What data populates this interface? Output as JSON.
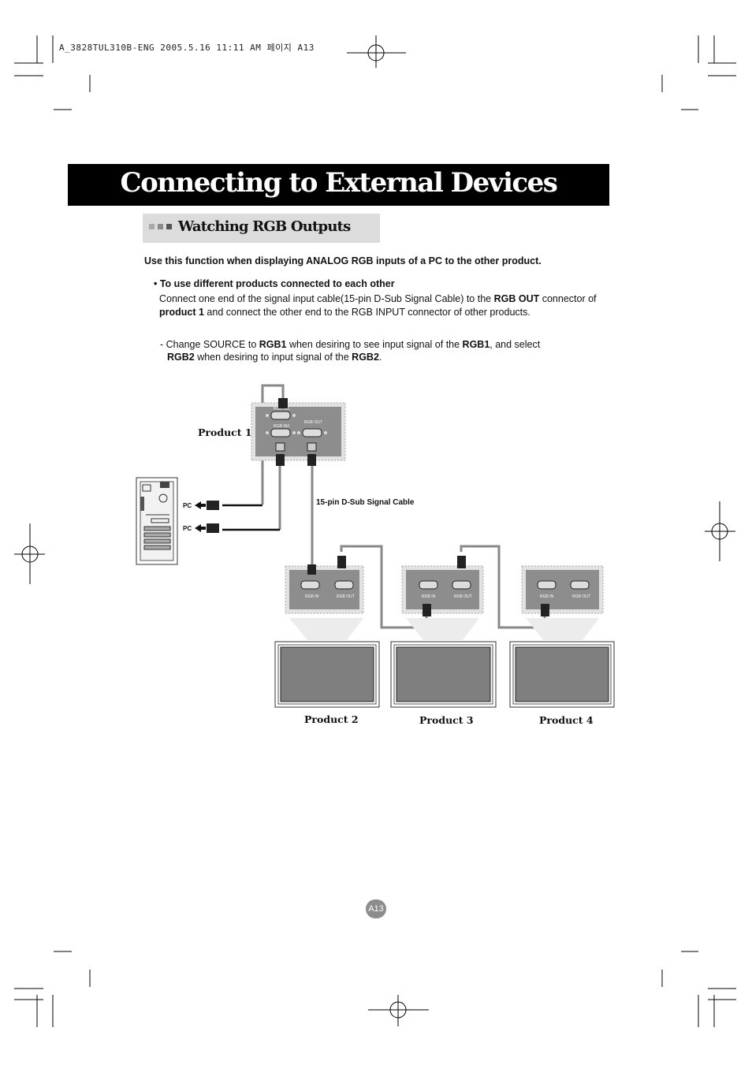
{
  "printer_mark": "A_3828TUL310B-ENG 2005.5.16 11:11 AM 페이지 A13",
  "title": "Connecting to External Devices",
  "section": {
    "title": "Watching RGB Outputs"
  },
  "intro": "Use this function when displaying ANALOG RGB inputs of a PC to the other product.",
  "bullet": {
    "heading": "• To use different products connected to each other",
    "t1": "Connect one end of the signal input cable(15-pin D-Sub Signal Cable) to the ",
    "b1": "RGB OUT",
    "t2": " connector of ",
    "b2": "product 1",
    "t3": " and connect the other end to the RGB INPUT connector of other products."
  },
  "note": {
    "t1": "- Change SOURCE to ",
    "b1": "RGB1",
    "t2": " when desiring to see input signal of the ",
    "b2": "RGB1",
    "t3": ", and select",
    "b3": "RGB2",
    "t4": " when desiring to input signal of the ",
    "b4": "RGB2",
    "t5": "."
  },
  "diagram": {
    "product1": "Product 1",
    "product2": "Product 2",
    "product3": "Product 3",
    "product4": "Product 4",
    "cable_label": "15-pin D-Sub Signal Cable",
    "pc1": "PC",
    "pc2": "PC",
    "p1_rgb_in1": "RGB IN1",
    "p1_rgb_in2": "RGB IN2",
    "p1_rgb_out": "RGB OUT",
    "rgb_in": "RGB IN",
    "rgb_out": "RGB OUT"
  },
  "page_number": "A13"
}
